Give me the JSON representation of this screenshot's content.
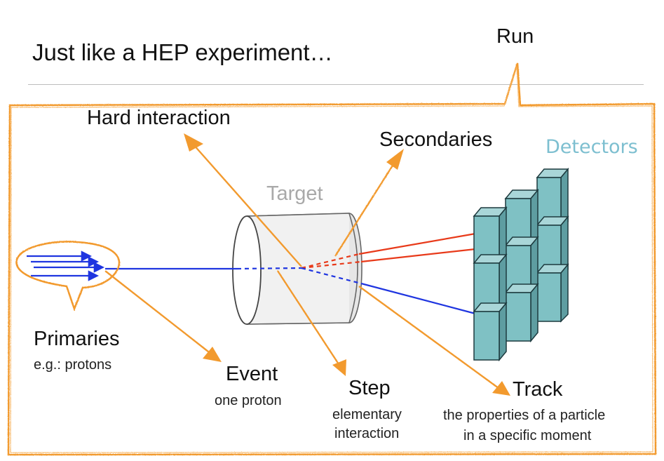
{
  "slide": {
    "title": "Just like a HEP experiment…",
    "run": "Run",
    "hard_interaction": "Hard interaction",
    "secondaries": "Secondaries",
    "detectors": "Detectors",
    "target": "Target",
    "primaries": "Primaries",
    "primaries_sub": "e.g.: protons",
    "event": "Event",
    "event_sub": "one proton",
    "step": "Step",
    "step_sub_1": "elementary",
    "step_sub_2": "interaction",
    "track": "Track",
    "track_sub_1": "the properties of a particle",
    "track_sub_2": "in a specific moment"
  },
  "colors": {
    "orange": "#f29a2e",
    "blue_beam": "#1f35e0",
    "red_track": "#e83a1a",
    "detector_fill": "#7fc1c4",
    "detector_stroke": "#1d3a3e"
  }
}
